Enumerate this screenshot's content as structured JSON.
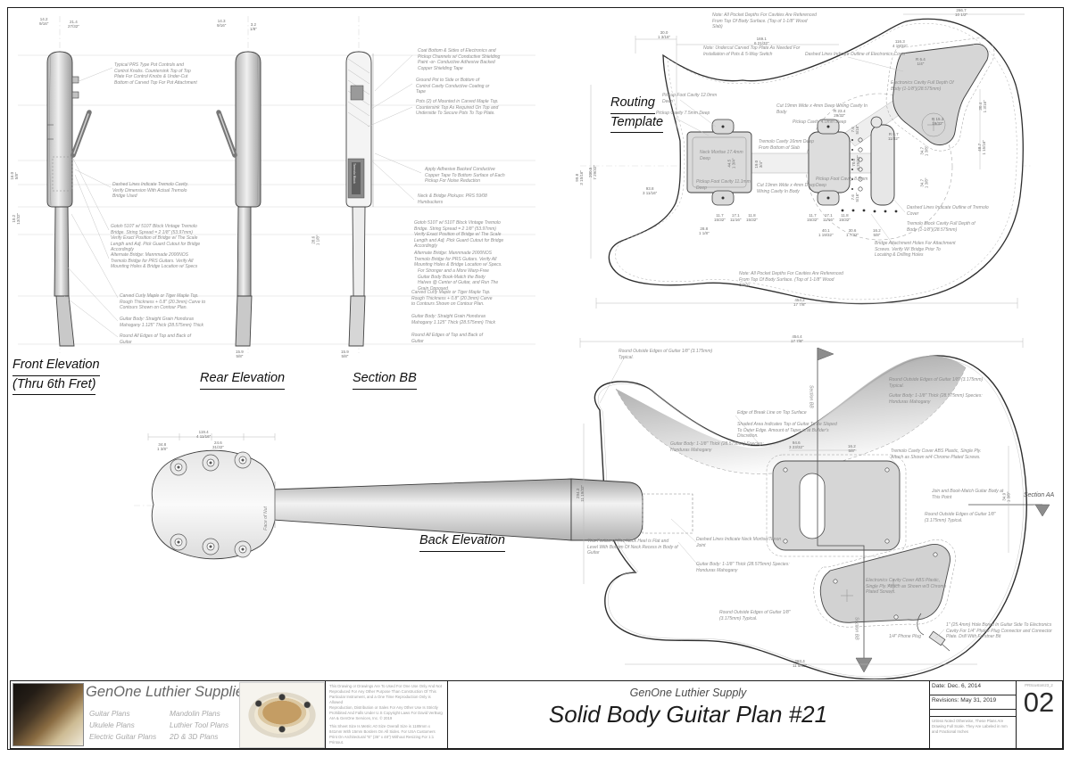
{
  "views": {
    "front": {
      "label1": "Front Elevation",
      "label2": "(Thru 6th Fret)",
      "notes": [
        "Typical PRS Type Pot Controls and Control Knobs. Countersink Top of Top Plate For Control Knobs & Under-Cut Bottom of Carved Top For Pot Attachment",
        "Dashed Lines Indicate Tremolo Cavity. Verify Dimension With Actual Tremolo Bridge Used",
        "Gotoh 510T w/ 510T Block Vintage Tremolo Bridge. String Spread = 2 1/8\" (53.97mm) Verify Exact Position of Bridge w/ The Scale Length and Adj. Pick Guard Cutout for Bridge Accordingly",
        "Alternate Bridge: Mannmade 2000NOS Tremolo Bridge for PRS Guitars. Verify All Mounting Holes & Bridge Location w/ Specs",
        "Carved Curly Maple or Tiger Maple Top. Rough Thickness + 0.8\" (20.3mm) Carve to Contours Shown on Contour Plan.",
        "Guitar Body: Straight Grain Honduras Mahogany 1.125\" Thick (28.575mm) Thick",
        "Round All Edges of Top and Back of Guitar"
      ],
      "dims": [
        {
          "mm": "21.4",
          "fr": "27/32\""
        },
        {
          "mm": "14.2",
          "fr": "9/16\""
        },
        {
          "mm": "16.0",
          "fr": "5/8\""
        },
        {
          "mm": "10.2",
          "fr": "13/32\""
        }
      ]
    },
    "rear": {
      "label": "Rear Elevation",
      "dims": [
        {
          "mm": "14.3",
          "fr": "9/16\""
        },
        {
          "mm": "3.2",
          "fr": "1/8\""
        },
        {
          "mm": "15.9",
          "fr": "5/8\""
        }
      ]
    },
    "section": {
      "label": "Section BB",
      "block_label": "Tremolo Block",
      "notes": [
        "Coat Bottom & Sides of Electronics and Pickup Channels w/ Conductive Shielding Paint -or- Conductive Adhesive Backed Copper Shielding Tape",
        "Ground Pot to Side or Bottom of Control Cavity Conductive Coating or Tape",
        "Pots (2) of Mounted in Carved Maple Top. Countersink Top As Required On Top and Underside To Secure Pots To Top Plate.",
        "Apply Adhesive Backed Conductive Copper Tape To Bottom Surface of Each Pickup For Noise Reduction",
        "Neck & Bridge Pickups: PRS 59/08 Humbuckers",
        "Gotoh 510T w/ 510T Block Vintage Tremolo Bridge. String Spread = 2 1/8\" (53.97mm) Verify Exact Position of Bridge w/ The Scale Length and Adj. Pick Guard Cutout for Bridge Accordingly",
        "Alternate Bridge: Mannmade 2000NOS Tremolo Bridge for PRS Guitars. Verify All Mounting Holes & Bridge Location w/ Specs.",
        "For Stronger and a More Warp-Free Guitar Body Book-Match the Body Halves @ Center of Guitar, and Run The Grain Opposed",
        "Carved Curly Maple or Tiger Maple Top. Rough Thickness + 0.8\" (20.3mm) Carve to Contours Shown on Contour Plan.",
        "Guitar Body: Straight Grain Honduras Mahogany 1.125\" Thick (28.575mm) Thick",
        "Round All Edges of Top and Back of Guitar"
      ],
      "dims": [
        {
          "mm": "28.6",
          "fr": "1 1/8\""
        },
        {
          "mm": "15.9",
          "fr": "5/8\""
        }
      ]
    },
    "routing": {
      "label1": "Routing",
      "label2": "Template",
      "notes": [
        "Note: All Pocket Depths For Cavities Are Referenced From Top Of Body Surface. (Top of 1-1/8\" Wood Slab)",
        "Note: Undercut Carved Top Plate As Needed For Installation of Pots & 5-Way Switch",
        "Dashed Lines Indicate Outline of Electronics Cover",
        "Electronics Cavity Full Depth Of Body (1-1/8\")(28.575mm)",
        "Pickup Foot Cavity 12.0mm Deep",
        "Pickup Cavity 7.5mm Deep",
        "Cut 19mm Wide x 4mm Deep Wiring Cavity In Body",
        "Pickup Cavity 4.0mm Deep",
        "Neck Mortise 17.4mm Deep",
        "Tremolo Cavity 16mm Deep From Bottom of Slab",
        "Pickup Foot Cavity 11.1mm Deep",
        "Cut 19mm Wide x 4mm Deep Wiring Cavity In Body",
        "Pickup Foot Cavity 8.0mm Deep",
        "Dashed Lines Indicate Outline of Tremolo Cover",
        "Tremolo Block Cavity Full Depth of Body (1-1/8\")(28.575mm)",
        "Bridge Attachment Holes For Attachment Screws. Verify W/ Bridge Prior To Locating & Drilling Holes",
        "Note: All Pocket Depths For Cavities Are Referenced From Top Of Body Surface. (Top of 1-1/8\" Wood Slab)"
      ],
      "dims": [
        {
          "mm": "30.0",
          "fr": "1 3/16\""
        },
        {
          "mm": "169.1",
          "fr": "6 21/32\""
        },
        {
          "mm": "266.7",
          "fr": "10 1/2\""
        },
        {
          "mm": "116.3",
          "fr": "4 19/32\""
        },
        {
          "mm": "R 6.4",
          "fr": "1/4\""
        },
        {
          "mm": "R 15.3",
          "fr": "19/32\""
        },
        {
          "mm": "30.4",
          "fr": "1 3/16\""
        },
        {
          "mm": "48.7",
          "fr": "1 15/16\""
        },
        {
          "mm": "200.5",
          "fr": "7 29/32\""
        },
        {
          "mm": "99.8",
          "fr": "3 15/16\""
        },
        {
          "mm": "93.8",
          "fr": "3 11/16\""
        },
        {
          "mm": "28.8",
          "fr": "1 1/8\""
        },
        {
          "mm": "44.5",
          "fr": "1 3/4\""
        },
        {
          "mm": "19.0",
          "fr": "3/4\""
        },
        {
          "mm": "70.5",
          "fr": "2 25/32\""
        },
        {
          "mm": "7.6",
          "fr": "5/16\""
        },
        {
          "mm": "7.6",
          "fr": "5/16\""
        },
        {
          "mm": "34.7",
          "fr": "1 3/8\""
        },
        {
          "mm": "34.7",
          "fr": "1 3/8\""
        },
        {
          "mm": "R 23.4",
          "fr": "29/32\""
        },
        {
          "mm": "R 8.7",
          "fr": "11/32\""
        },
        {
          "mm": "11.7",
          "fr": "15/32\""
        },
        {
          "mm": "17.1",
          "fr": "11/16\""
        },
        {
          "mm": "11.8",
          "fr": "15/32\""
        },
        {
          "mm": "11.7",
          "fr": "15/32\""
        },
        {
          "mm": "17.1",
          "fr": "11/16\""
        },
        {
          "mm": "11.8",
          "fr": "15/32\""
        },
        {
          "mm": "40.1",
          "fr": "1 19/32\""
        },
        {
          "mm": "30.6",
          "fr": "1 7/32\""
        },
        {
          "mm": "16.2",
          "fr": "5/8\""
        },
        {
          "mm": "454.2",
          "fr": "17 7/8\""
        }
      ]
    },
    "back": {
      "label": "Back Elevation",
      "section_aa": "Section AA",
      "section_bb": "Section BB",
      "face_of_nut": "Face of Nut",
      "notes": [
        "Round Outside Edges of Guitar 1/8\" (3.175mm) Typical.",
        "Round Outside Edges of Guitar 1/8\" (3.175mm) Typical.",
        "Guitar Body: 1-1/8\" Thick (28.575mm) Species: Honduras Mahogany",
        "Edge of Break Line on Top Surface",
        "Shaded Area Indicates Top of Guitar To Be Sloped To Outer Edge. Amount of Taper is at Builder's Discretion.",
        "Guitar Body: 1-1/8\" Thick (28.575mm) Species: Honduras Mahogany",
        "Tremolo Cavity Cover ABS Plastic, Single Ply. Attach as Shown w/4 Chrome Plated Screws.",
        "Join and Book-Match Guitar Body at This Point",
        "Round Outside Edges of Guitar 1/8\" (3.175mm) Typical.",
        "This Portion of The Neck Heel is Flat and Level With Bottom Of Neck Recess in Body of Guitar",
        "Dashed Lines Indicate Neck Mortise/Tenon Joint",
        "Guitar Body: 1-1/8\" Thick (28.575mm) Species: Honduras Mahogany",
        "Round Outside Edges of Guitar 1/8\" (3.175mm) Typical.",
        "Electronics Cavity Cover ABS Plastic, Single Ply. Attach as Shown w/3 Chrome Plated Screws.",
        "1/4\" Phone Plug",
        "1\" (25.4mm) Hole Bored In Guitar Side To Electronics Cavity For 1/4\" Phone Plug Connector and Connector Plate. Drill With Forstner Bit"
      ],
      "dims": [
        {
          "mm": "454.4",
          "fr": "17 7/8\""
        },
        {
          "mm": "119.4",
          "fr": "4 11/16\""
        },
        {
          "mm": "34.8",
          "fr": "1 3/8\""
        },
        {
          "mm": "24.6",
          "fr": "31/32\""
        },
        {
          "mm": "294.3",
          "fr": "11 19/32\""
        },
        {
          "mm": "94.6",
          "fr": "3 23/32\""
        },
        {
          "mm": "16.2",
          "fr": "5/8\""
        },
        {
          "mm": "34.9",
          "fr": "1 3/8\""
        },
        {
          "mm": "283.4",
          "fr": "11 5/32\""
        }
      ]
    }
  },
  "title_block": {
    "company": "GenOne Luthier Supplies",
    "products_col1": [
      "Guitar Plans",
      "Ukulele Plans",
      "Electric Guitar Plans"
    ],
    "products_col2": [
      "Mandolin Plans",
      "Luthier Tool Plans",
      "2D & 3D Plans"
    ],
    "legal": [
      "This Drawing or Drawings Are To Used For One Use Only And Not Reproduced For Any Other Purpose Than Construction Of This Particular Instrument, and a One Time Reproduction Only is Allowed",
      "Reproduction, Distribution or Sales For Any Other Use Is Strictly Prohibited And Falls Under U.S Copyright Laws For David VerBurg AIA & GenOne Services, Inc. © 2019",
      "This Sheet Size Is Metric A0 Size Overall Size is 1189mm x 841mm With 15mm Borders On All Sides. For USA Customers Print On Architectural \"E\" (36\" x 48\") Without Resizing For 1:1 Printout."
    ],
    "supplier": "GenOne Luthier Supply",
    "plan_title": "Solid Body Guitar Plan #21",
    "date": "Date: Dec. 6, 2014",
    "revisions": "Revisions: May 31, 2019",
    "scale_note": "Unless Noted Otherwise, These Plans Are Drawing Full Scale. They Are Labeled in mm and Fractional Inches",
    "file_code": "PRScustom23_2",
    "page_number": "02"
  }
}
